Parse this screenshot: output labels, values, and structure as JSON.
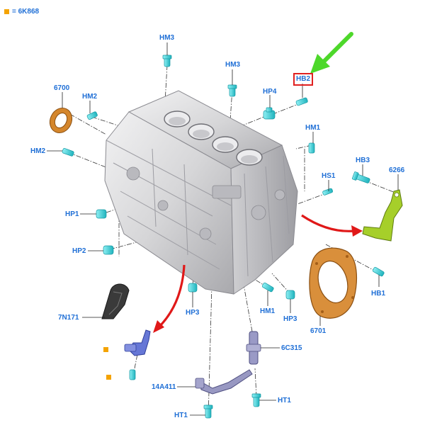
{
  "legend": {
    "text": "= 6K868",
    "color": "#f4a300"
  },
  "colors": {
    "label": "#1f6fd6",
    "fastener": "#3fd0d8",
    "leader": "#222222",
    "highlight_box": "#e02020",
    "green_arrow": "#4dd82a",
    "red_arrow": "#e01818",
    "seal_orange": "#d4862c",
    "bracket_green": "#a6cf2a",
    "sensor_blue": "#6677d6",
    "sensor_grey": "#8f8fb8",
    "deflector_dark": "#3a3a3a",
    "block_grey": "#d4d4d6"
  },
  "labels": [
    {
      "id": "hm3-top",
      "text": "HM3",
      "boxed": false
    },
    {
      "id": "hm3-mid",
      "text": "HM3",
      "boxed": false
    },
    {
      "id": "hb2",
      "text": "HB2",
      "boxed": true
    },
    {
      "id": "6700",
      "text": "6700",
      "boxed": false
    },
    {
      "id": "hm2-a",
      "text": "HM2",
      "boxed": false
    },
    {
      "id": "hp4",
      "text": "HP4",
      "boxed": false
    },
    {
      "id": "hm1-right",
      "text": "HM1",
      "boxed": false
    },
    {
      "id": "hm2-b",
      "text": "HM2",
      "boxed": false
    },
    {
      "id": "hb3",
      "text": "HB3",
      "boxed": false
    },
    {
      "id": "6266",
      "text": "6266",
      "boxed": false
    },
    {
      "id": "hs1",
      "text": "HS1",
      "boxed": false
    },
    {
      "id": "hp1",
      "text": "HP1",
      "boxed": false
    },
    {
      "id": "hp2",
      "text": "HP2",
      "boxed": false
    },
    {
      "id": "hb1",
      "text": "HB1",
      "boxed": false
    },
    {
      "id": "7n171",
      "text": "7N171",
      "boxed": false
    },
    {
      "id": "hp3-left",
      "text": "HP3",
      "boxed": false
    },
    {
      "id": "hm1-bottom",
      "text": "HM1",
      "boxed": false
    },
    {
      "id": "hp3-right",
      "text": "HP3",
      "boxed": false
    },
    {
      "id": "6701",
      "text": "6701",
      "boxed": false
    },
    {
      "id": "6c315",
      "text": "6C315",
      "boxed": false
    },
    {
      "id": "14a411",
      "text": "14A411",
      "boxed": false
    },
    {
      "id": "ht1-bottom",
      "text": "HT1",
      "boxed": false
    },
    {
      "id": "ht1-right",
      "text": "HT1",
      "boxed": false
    }
  ]
}
